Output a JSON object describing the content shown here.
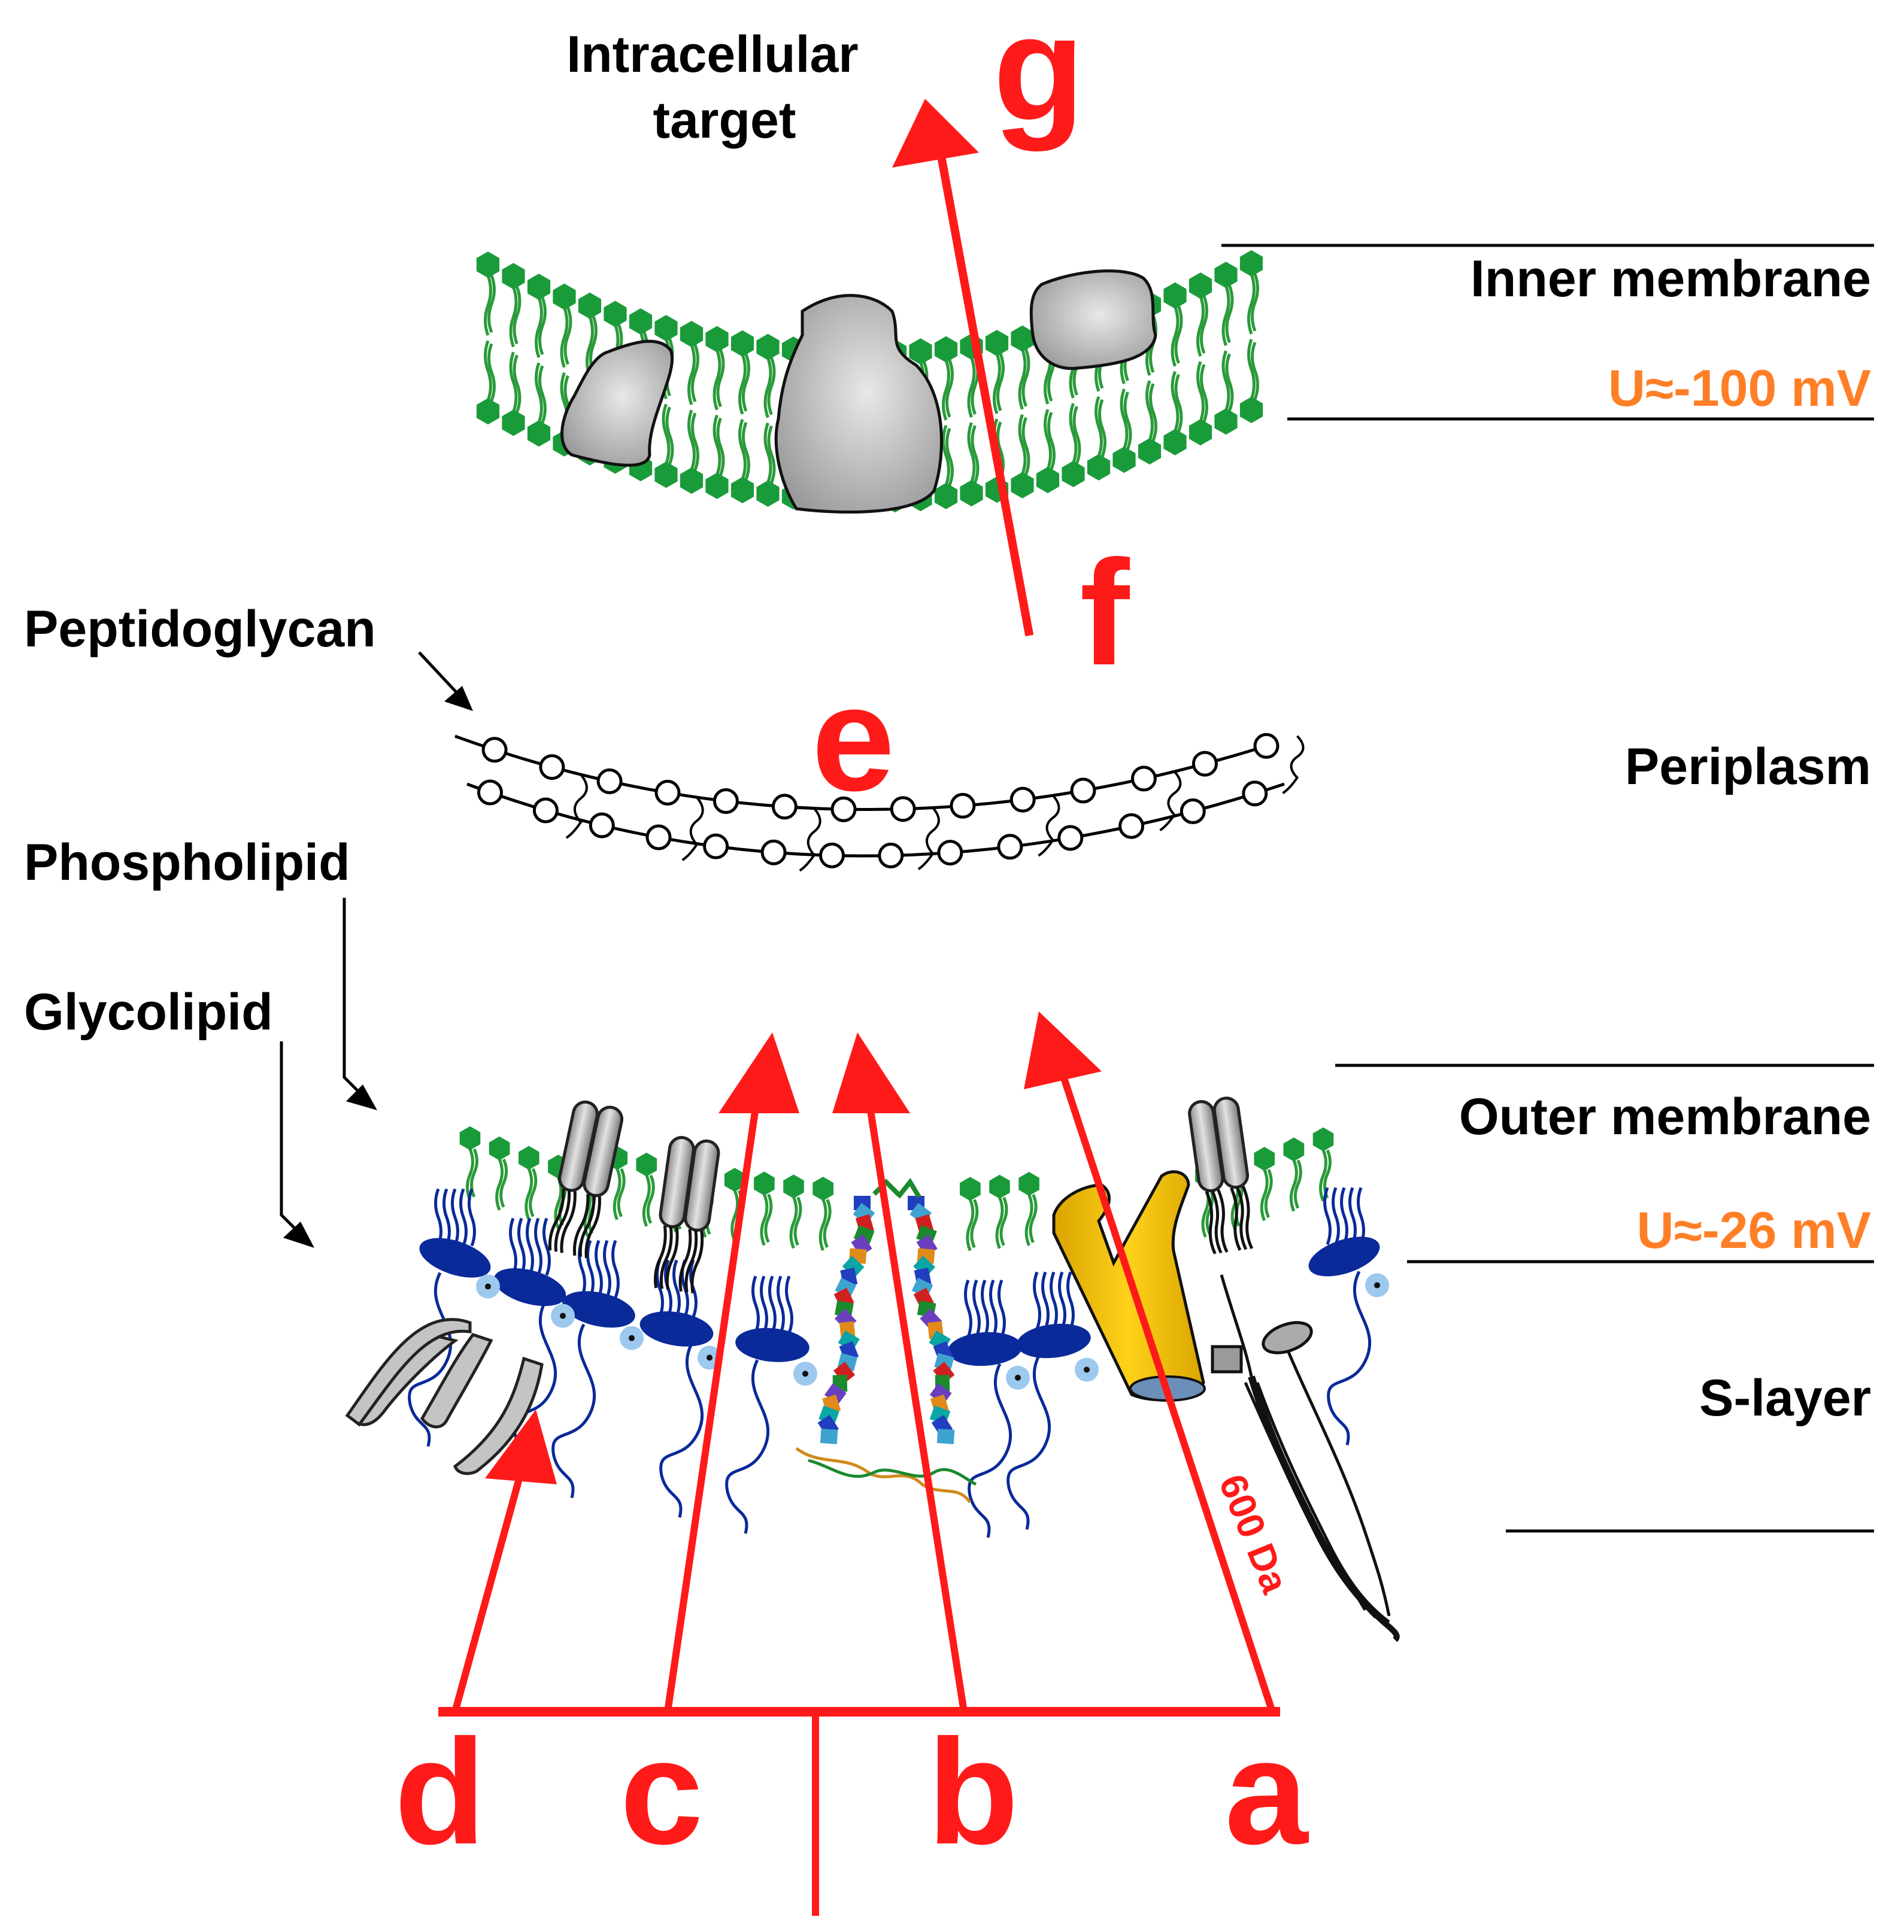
{
  "labels": {
    "intracellular_target_line1": "Intracellular",
    "intracellular_target_line2": "target",
    "inner_membrane": "Inner membrane",
    "inner_potential": "U≈-100 mV",
    "peptidoglycan": "Peptidoglycan",
    "periplasm": "Periplasm",
    "phospholipid": "Phospholipid",
    "glycolipid": "Glycolipid",
    "outer_membrane": "Outer membrane",
    "outer_potential": "U≈-26 mV",
    "s_layer": "S-layer",
    "mass_cutoff": "600 Da"
  },
  "pathway_letters": {
    "a": "a",
    "b": "b",
    "c": "c",
    "d": "d",
    "e": "e",
    "f": "f",
    "g": "g"
  },
  "colors": {
    "arrow_red": "#ff1a1a",
    "potential_orange": "#ff7f27",
    "lipid_green": "#1a9b3a",
    "lipid_tail_green": "#2a9a3a",
    "glycolipid_blue": "#0a2a9a",
    "protein_gray": "#b8b8b8",
    "porin_yellow": "#f5c000",
    "ion_light_blue": "#9ec9ee"
  }
}
